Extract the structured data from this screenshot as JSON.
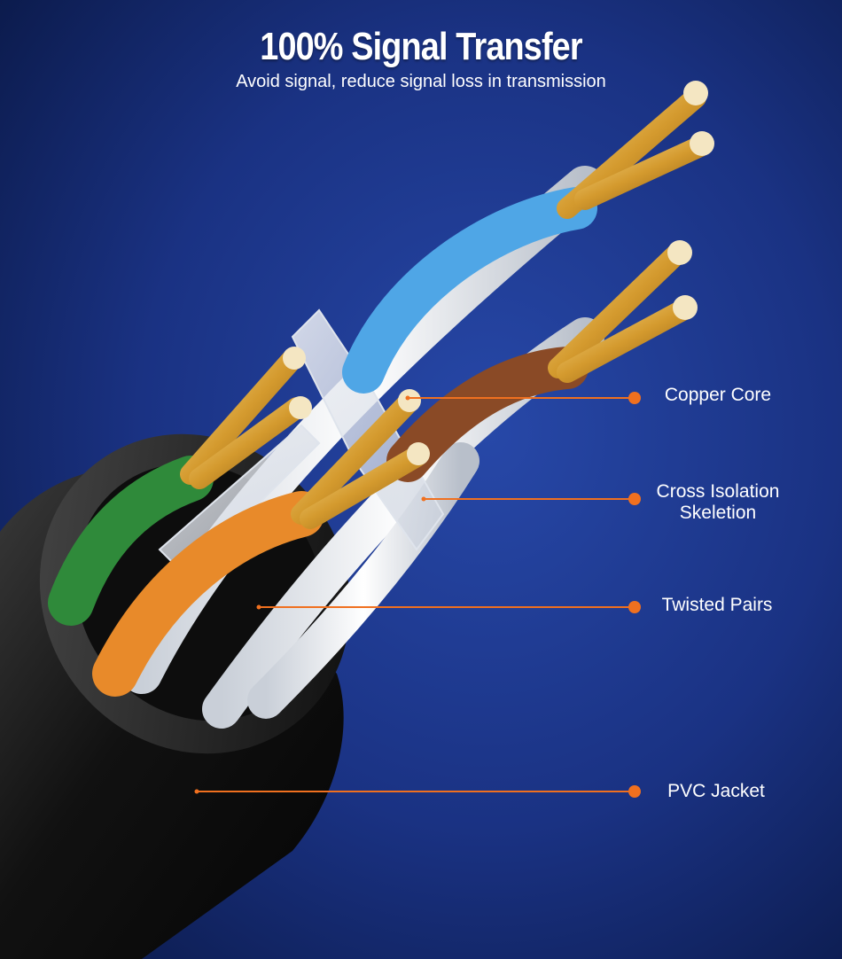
{
  "header": {
    "title": "100% Signal Transfer",
    "subtitle": "Avoid signal, reduce signal loss in transmission"
  },
  "callouts": [
    {
      "lines": [
        "Copper Core"
      ]
    },
    {
      "lines": [
        "Cross Isolation",
        "Skeletion"
      ]
    },
    {
      "lines": [
        "Twisted Pairs"
      ]
    },
    {
      "lines": [
        "PVC Jacket"
      ]
    }
  ],
  "colors": {
    "background_center": "#1f3b8f",
    "background_edge": "#0b1a4a",
    "callout_accent": "#f0701f",
    "pair_blue": "#4fa6e6",
    "pair_brown": "#8a4a26",
    "pair_green": "#2f8a3a",
    "pair_orange": "#e88a2a",
    "copper": "#d8a23a",
    "jacket": "#151515"
  }
}
